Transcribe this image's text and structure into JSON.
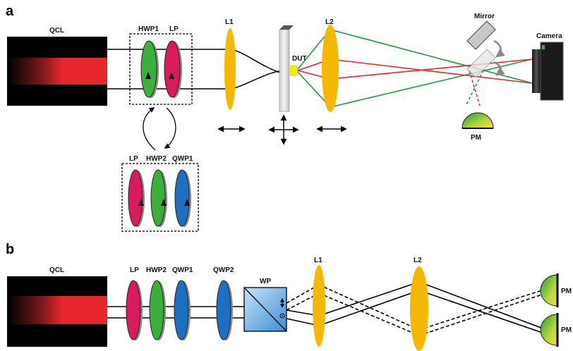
{
  "panel_a": {
    "letter": "a",
    "labels": {
      "qcl": "QCL",
      "hwp1": "HWP1",
      "lp": "LP",
      "l1": "L1",
      "dut": "DUT",
      "l2": "L2",
      "mirror": "Mirror",
      "camera": "Camera",
      "pm": "PM"
    },
    "alt_labels": {
      "lp": "LP",
      "hwp2": "HWP2",
      "qwp1": "QWP1"
    }
  },
  "panel_b": {
    "letter": "b",
    "labels": {
      "qcl": "QCL",
      "lp": "LP",
      "hwp2": "HWP2",
      "qwp1": "QWP1",
      "qwp2": "QWP2",
      "wp": "WP",
      "l1": "L1",
      "l2": "L2",
      "pm_top": "PM",
      "pm_bottom": "PM"
    }
  },
  "colors": {
    "lp": "#d81b5c",
    "hwp": "#3cae3c",
    "qwp": "#1f6fc0",
    "lens": "#f5b800",
    "laser_red": "#e8262d",
    "beam_green": "#1f9a3c",
    "qcl_body": "#000000",
    "wollaston": "#8ec4ee"
  },
  "icons": [
    "rotation-arrows-icon",
    "translation-arrow-icon",
    "cross-arrow-icon",
    "polarization-arrow-icon"
  ]
}
